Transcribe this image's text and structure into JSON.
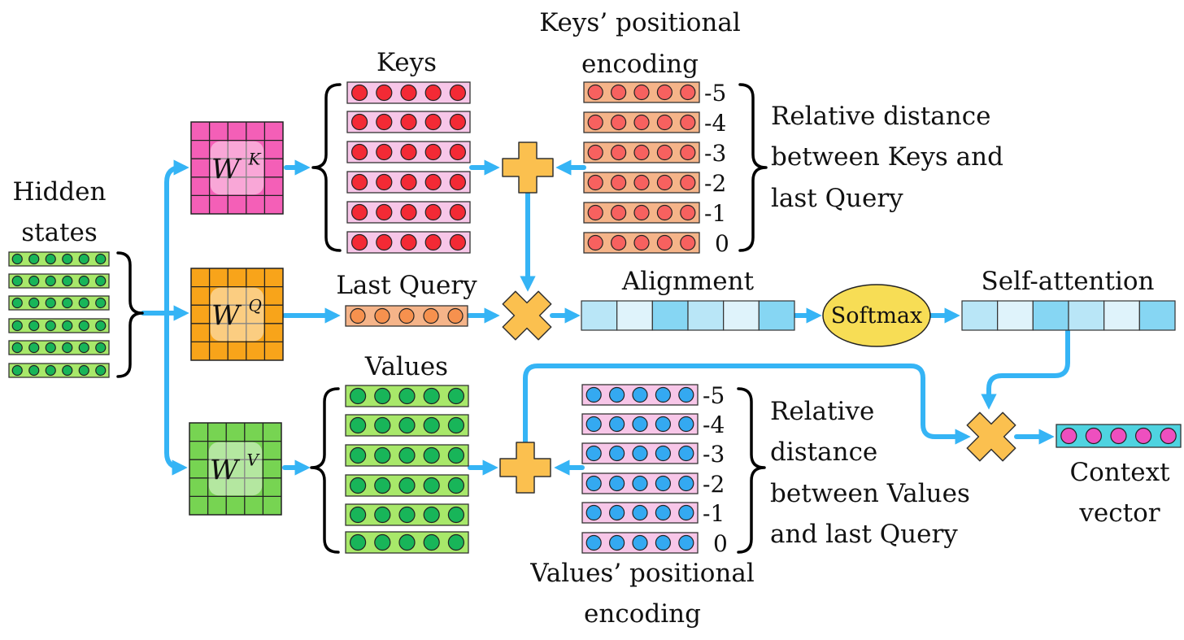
{
  "colors": {
    "arrow": "#35b4f5",
    "hidden_cell": "#a8e86a",
    "hidden_dot": "#18b559",
    "key_cell": "#f7c6e8",
    "key_dot": "#f32a35",
    "key_pos_cell": "#f5b489",
    "key_pos_dot": "#f7615f",
    "query_cell": "#f5b489",
    "query_dot": "#f6914e",
    "value_cell": "#a8e86a",
    "value_dot": "#18b559",
    "value_pos_cell": "#f7c6e8",
    "value_pos_dot": "#34a9f1",
    "context_cell": "#4fd3e0",
    "context_dot": "#ee4fbf",
    "plus": "#fbc04f",
    "times": "#fbc04f",
    "softmax_fill": "#f7dd55",
    "wk": "#f45fb7",
    "wq": "#f8a41a",
    "wv": "#77d452",
    "attn_dark": "#86d6f3",
    "attn_light": "#dff3fb",
    "attn_mid": "#b9e6f7"
  },
  "labels": {
    "hidden_line1": "Hidden",
    "hidden_line2": "states",
    "keys": "Keys",
    "keys_pos_line1": "Keys’ positional",
    "keys_pos_line2": "encoding",
    "rel_keys_line1": "Relative distance",
    "rel_keys_line2": "between Keys and",
    "rel_keys_line3": "last Query",
    "last_query": "Last Query",
    "alignment": "Alignment",
    "softmax": "Softmax",
    "self_attention": "Self-attention",
    "values": "Values",
    "values_pos_line1": "Values’ positional",
    "values_pos_line2": "encoding",
    "rel_values_line1": "Relative",
    "rel_values_line2": "distance",
    "rel_values_line3": "between Values",
    "rel_values_line4": "and last Query",
    "context_line1": "Context",
    "context_line2": "vector"
  },
  "matrices": {
    "wk": {
      "base": "W",
      "sup": "K"
    },
    "wq": {
      "base": "W",
      "sup": "Q"
    },
    "wv": {
      "base": "W",
      "sup": "V"
    }
  },
  "key_distances": [
    "-5",
    "-4",
    "-3",
    "-2",
    "-1",
    "0"
  ],
  "value_distances": [
    "-5",
    "-4",
    "-3",
    "-2",
    "-1",
    "0"
  ],
  "alignment_shades": [
    "light",
    "lighter",
    "dark",
    "light",
    "lighter",
    "dark"
  ],
  "self_attention_shades": [
    "light",
    "lighter",
    "dark",
    "light",
    "lighter",
    "dark"
  ]
}
